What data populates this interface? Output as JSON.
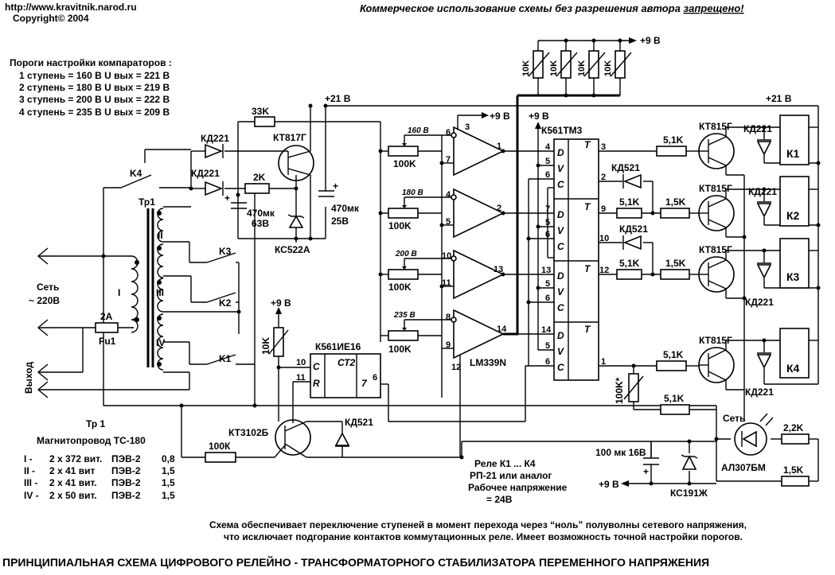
{
  "header": {
    "url": "http://www.kravitnik.narod.ru",
    "copyright": "Copyright©  2004",
    "warning": "Коммерческое использование схемы без разрешения автора ",
    "warning_emph": "запрещено!"
  },
  "thresholds": {
    "title": "Пороги настройки  компараторов :",
    "rows": [
      "1 ступень = 160 В   U вых = 221 В",
      "2 ступень = 180 В   U вых = 219 В",
      "3 ступень = 200 В   U вых = 222 В",
      "4 ступень = 235 В   U вых = 209 В"
    ]
  },
  "transformer_spec": {
    "title": "Тр 1",
    "core": "Магнитопровод  ТС-180",
    "windings": [
      {
        "id": "I -",
        "turns": "2 x 372 вит.",
        "wire": "ПЭВ-2",
        "dia": "0,8"
      },
      {
        "id": "II -",
        "turns": "2 x 41 вит",
        "wire": "ПЭВ-2",
        "dia": "1,5"
      },
      {
        "id": "III -",
        "turns": "2 x 41 вит.",
        "wire": "ПЭВ-2",
        "dia": "1,5"
      },
      {
        "id": "IV -",
        "turns": "2 x 50 вит.",
        "wire": "ПЭВ-2",
        "dia": "1,5"
      }
    ]
  },
  "relay_note": [
    "Реле К1 ... К4",
    "РП-21 или аналог",
    "Рабочее напряжение",
    "= 24В"
  ],
  "description": [
    "Схема обеспечивает  переключение ступеней  в момент перехода через “ноль” полуволны сетевого напряжения,",
    "что исключает подгорание контактов коммутационных реле.   Имеет возможность  точной настройки порогов."
  ],
  "title": "ПРИНЦИПИАЛЬНАЯ СХЕМА  ЦИФРОВОГО  РЕЛЕЙНО - ТРАНСФОРМАТОРНОГО СТАБИЛИЗАТОРА  ПЕРЕМЕННОГО НАПРЯЖЕНИЯ",
  "labels": {
    "mains": "Сеть",
    "mains_v": "~ 220В",
    "output": "Выход",
    "fuse_val": "2A",
    "fuse": "Fu1",
    "tr": "Тр1",
    "w1": "I",
    "w2": "II",
    "w3": "III",
    "w4": "IV",
    "k1": "K1",
    "k2": "K2",
    "k3": "K3",
    "k4": "K4",
    "d_kd221_a": "КД221",
    "d_kd221_b": "КД221",
    "r_33k": "33K",
    "r_2k": "2K",
    "q_kt817": "КТ817Г",
    "c1": "470мк",
    "c1v": "63В",
    "c2": "470мк",
    "c2v": "25В",
    "zd": "КС522А",
    "v21_top": "+21 В",
    "v21_right": "+21 В",
    "v9_top": "+9 В",
    "v9_cmp": "+9 В",
    "v9_tm": "+9 В",
    "v9_ie": "+9 В",
    "v9_bot": "+9 В",
    "r10k_pull": "10K",
    "t160": "160 В",
    "t180": "180 В",
    "t200": "200 В",
    "t235": "235 В",
    "p100k": "100K",
    "lm": "LM339N",
    "tm": "К561ТМ3",
    "ie": "К561ИЕ16",
    "ct2": "СТ2",
    "kd521": "КД521",
    "kd521b": "КД521",
    "kd521c": "КД521",
    "r51k": "5,1K",
    "r15k": "1,5K",
    "q_kt815": "КТ815Г",
    "kd221": "КД221",
    "relay1": "К1",
    "relay2": "К2",
    "relay3": "К3",
    "relay4": "К4",
    "r100k_star": "100K*",
    "c100": "100 мк 16В",
    "ks191": "КС191Ж",
    "led_lbl": "Сеть",
    "led": "АЛ307БМ",
    "r22k": "2,2K",
    "kt3102": "КТ3102Б",
    "r100k": "100К",
    "r10k_ie": "10K",
    "d_t": "T",
    "d_d": "D",
    "d_v": "V",
    "d_c": "C",
    "ie_c": "C",
    "ie_r": "R",
    "ie_7": "7",
    "ie_10": "10",
    "ie_11": "11",
    "ie_6": "6"
  }
}
